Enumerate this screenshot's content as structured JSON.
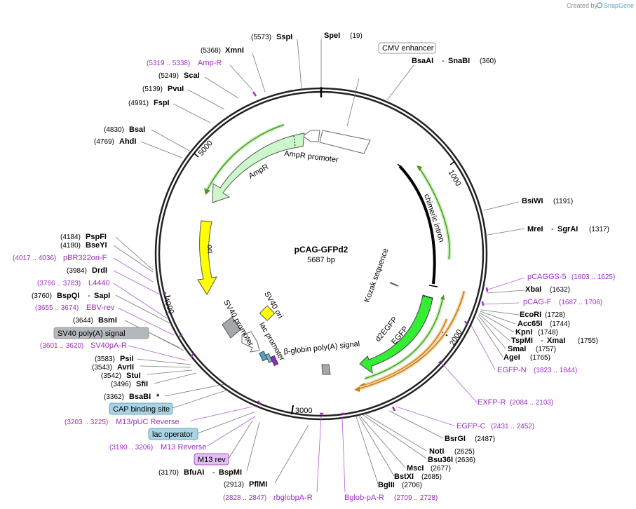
{
  "credit": {
    "text": "Created by",
    "brand": "SnapGene"
  },
  "plasmid": {
    "name": "pCAG-GFPd2",
    "size": "5687 bp"
  },
  "ticks": [
    "1000",
    "2000",
    "3000",
    "4000",
    "5000"
  ],
  "features": {
    "ampr_promoter": "AmpR promoter",
    "ampr": "AmpR",
    "ori": "ori",
    "sv40_ori": "SV40 ori",
    "sv40_promoter": "SV40 promoter",
    "lac_promoter": "lac promoter",
    "bglobin": "β-globin poly(A) signal",
    "egfp": "EGFP",
    "d2egfp": "d2EGFP",
    "kozak": "Kozak sequence",
    "chimeric": "chimeric intron"
  },
  "left_labels": {
    "sspi_pos": "(5573)",
    "sspi": "SspI",
    "xmni_pos": "(5368)",
    "xmni": "XmnI",
    "ampr_primer_pos": "(5319 .. 5338)",
    "ampr_primer": "Amp-R",
    "scai_pos": "(5249)",
    "scai": "ScaI",
    "pvui_pos": "(5139)",
    "pvui": "PvuI",
    "fspi_pos": "(4991)",
    "fspi": "FspI",
    "bsai_pos": "(4830)",
    "bsai": "BsaI",
    "ahdi_pos": "(4769)",
    "ahdi": "AhdI",
    "pspfi_pos": "(4184)",
    "pspfi": "PspFI",
    "bseyi_pos": "(4180)",
    "bseyi": "BseYI",
    "pbr_pos": "(4017 .. 4036)",
    "pbr": "pBR322ori-F",
    "drdi_pos": "(3984)",
    "drdi": "DrdI",
    "l4440_pos": "(3766 .. 3783)",
    "l4440": "L4440",
    "bspqi_pos": "(3760)",
    "bspqi": "BspQI",
    "sapi": "SapI",
    "ebv_pos": "(3655 .. 3674)",
    "ebv": "EBV-rev",
    "bsmi_pos": "(3644)",
    "bsmi": "BsmI",
    "sv40polya_box": "SV40 poly(A) signal",
    "sv40pa_pos": "(3601 .. 3620)",
    "sv40pa": "SV40pA-R",
    "psii_pos": "(3583)",
    "psii": "PsiI",
    "avrii_pos": "(3543)",
    "avrii": "AvrII",
    "stui_pos": "(3542)",
    "stui": "StuI",
    "sfii_pos": "(3496)",
    "sfii": "SfiI",
    "bsabi_pos": "(3362)",
    "bsabi": "BsaBI",
    "bsabi_star": "*",
    "cap_box": "CAP binding site",
    "m13puc_pos": "(3203 .. 3225)",
    "m13puc": "M13/pUC Reverse",
    "lacop_box": "lac operator",
    "m13rev_pos": "(3190 .. 3206)",
    "m13rev": "M13 Reverse",
    "m13rev_box": "M13 rev",
    "bfuai_pos": "(3170)",
    "bfuai": "BfuAI",
    "bspmi": "BspMI",
    "pflmi_pos": "(2913)",
    "pflmi": "PflMI",
    "rbglob_pos": "(2828 .. 2847)",
    "rbglob": "rbglobpA-R",
    "bglobpa_pos": "(2709 .. 2728)",
    "bglobpa": "Bglob-pA-R"
  },
  "right_labels": {
    "spei": "SpeI",
    "spei_pos": "(19)",
    "cmv_box": "CMV enhancer",
    "bsaai": "BsaAI",
    "snabi": "SnaBI",
    "snabi_pos": "(360)",
    "bsiwi": "BsiWI",
    "bsiwi_pos": "(1191)",
    "srei": "MreI",
    "sgrai": "SgrAI",
    "sgrai_pos": "(1317)",
    "pcaggs": "pCAGGS-5",
    "pcaggs_pos": "(1603 .. 1625)",
    "xbai": "XbaI",
    "xbai_pos": "(1632)",
    "pcagf": "pCAG-F",
    "pcagf_pos": "(1687 .. 1706)",
    "ecori": "EcoRI",
    "ecori_pos": "(1728)",
    "acc65i": "Acc65I",
    "acc65i_pos": "(1744)",
    "kpni": "KpnI",
    "kpni_pos": "(1748)",
    "tspmi": "TspMI",
    "xmai": "XmaI",
    "xmai_pos": "(1755)",
    "smai": "SmaI",
    "smai_pos": "(1757)",
    "agei": "AgeI",
    "agei_pos": "(1765)",
    "egfpn": "EGFP-N",
    "egfpn_pos": "(1823 .. 1844)",
    "exfpr": "EXFP-R",
    "exfpr_pos": "(2084 .. 2103)",
    "egfpc": "EGFP-C",
    "egfpc_pos": "(2431 .. 2452)",
    "bsrgi": "BsrGI",
    "bsrgi_pos": "(2487)",
    "noti": "NotI",
    "noti_pos": "(2625)",
    "bsu36i": "Bsu36I",
    "bsu36i_pos": "(2636)",
    "msci": "MscI",
    "msci_pos": "(2677)",
    "bstxi": "BstXI",
    "bstxi_pos": "(2685)",
    "bglii": "BglII",
    "bglii_pos": "(2706)"
  },
  "separator": "-",
  "colors": {
    "ampr": "#ccf7cc",
    "ori": "#ffff00",
    "egfp": "#33ee33",
    "primer": "#9b2fc4",
    "orange_primer": "#c87a18",
    "green_primer": "#4a9a2a",
    "box_gray": "#b4b8bc",
    "box_blue": "#a8d4e6",
    "box_purple": "#e1c0ef"
  }
}
